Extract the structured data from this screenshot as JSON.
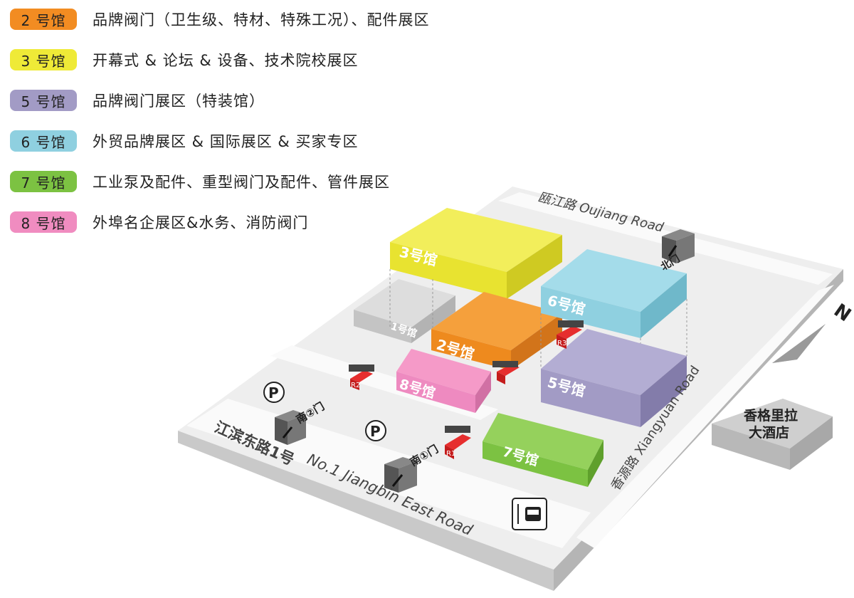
{
  "legend": [
    {
      "badge": "2 号馆",
      "text": "品牌阀门（卫生级、特材、特殊工况）、配件展区",
      "color": "#F28C22"
    },
    {
      "badge": "3 号馆",
      "text": "开幕式 & 论坛 & 设备、技术院校展区",
      "color": "#EFEA37"
    },
    {
      "badge": "5 号馆",
      "text": "品牌阀门展区（特装馆）",
      "color": "#A29BC5"
    },
    {
      "badge": "6 号馆",
      "text": "外贸品牌展区 & 国际展区 & 买家专区",
      "color": "#8FD0E0"
    },
    {
      "badge": "7 号馆",
      "text": "工业泵及配件、重型阀门及配件、管件展区",
      "color": "#7CC242"
    },
    {
      "badge": "8 号馆",
      "text": "外埠名企展区&水务、消防阀门",
      "color": "#F08CC0"
    }
  ],
  "halls": {
    "h1": "1号馆",
    "h2": "2号馆",
    "h3": "3号馆",
    "h5": "5号馆",
    "h6": "6号馆",
    "h7": "7号馆",
    "h8": "8号馆"
  },
  "roads": {
    "north": "瓯江路 Oujiang Road",
    "east": "香源路 Xiangyuan Road",
    "south_cn": "江滨东路1号",
    "south_en": "No.1 Jiangbin East Road"
  },
  "gates": {
    "north": "北门",
    "south1": "南①门",
    "south2": "南②门"
  },
  "restrooms": {
    "r1": "R1",
    "r2": "R2",
    "r3": "R3"
  },
  "hotel": {
    "line1": "香格里拉",
    "line2": "大酒店"
  },
  "compass": "N",
  "parking_symbol": "P"
}
